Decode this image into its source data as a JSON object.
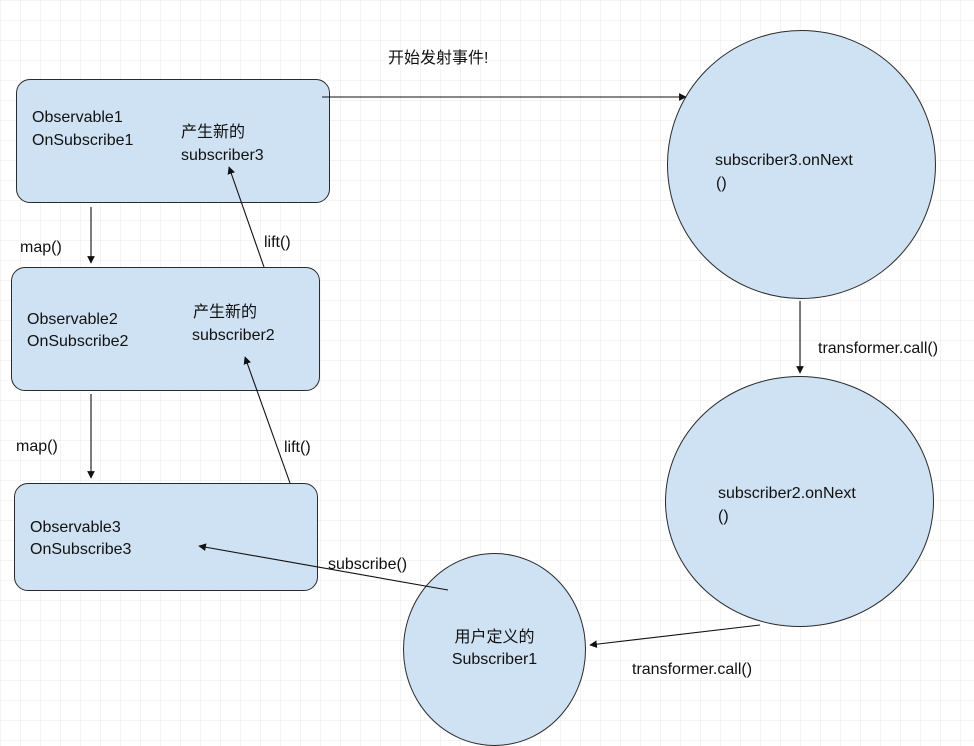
{
  "title": "开始发射事件!",
  "nodes": {
    "observable1": {
      "line1": "Observable1",
      "line2": "OnSubscribe1",
      "note1": "产生新的",
      "note2": "subscriber3"
    },
    "observable2": {
      "line1": "Observable2",
      "line2": "OnSubscribe2",
      "note1": "产生新的",
      "note2": "subscriber2"
    },
    "observable3": {
      "line1": "Observable3",
      "line2": "OnSubscribe3"
    },
    "subscriber3_onnext": {
      "line1": "subscriber3.onNext",
      "line2": "()"
    },
    "subscriber2_onnext": {
      "line1": "subscriber2.onNext",
      "line2": "()"
    },
    "subscriber1": {
      "line1": "用户定义的",
      "line2": "Subscriber1"
    }
  },
  "edges": {
    "map1": "map()",
    "map2": "map()",
    "lift1": "lift()",
    "lift2": "lift()",
    "subscribe": "subscribe()",
    "transformer1": "transformer.call()",
    "transformer2": "transformer.call()"
  },
  "colors": {
    "node_fill": "#cfe2f3",
    "stroke": "#2b2b2b"
  }
}
